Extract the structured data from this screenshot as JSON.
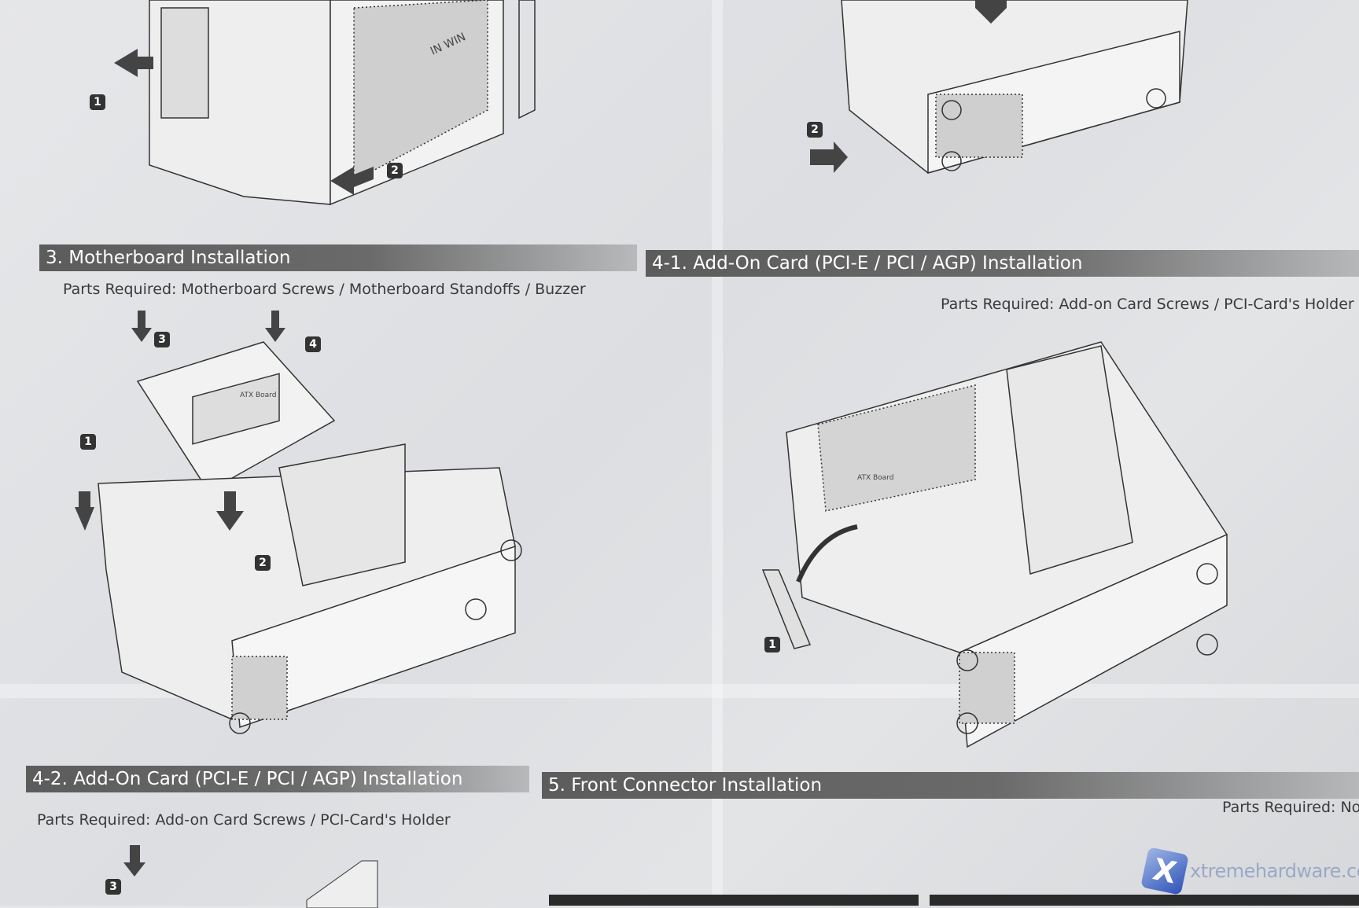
{
  "sections": [
    {
      "title": "3. Motherboard Installation",
      "parts": "Parts Required: Motherboard Screws / Motherboard Standoffs /  Buzzer"
    },
    {
      "title": "4-1. Add-On Card (PCI-E / PCI / AGP) Installation",
      "parts": "Parts Required: Add-on Card Screws / PCI-Card's Holder"
    },
    {
      "title": "4-2. Add-On Card (PCI-E / PCI / AGP) Installation",
      "parts": "Parts Required: Add-on Card Screws / PCI-Card's Holder"
    },
    {
      "title": "5. Front Connector Installation",
      "parts": "Parts Required: No"
    }
  ],
  "badges": {
    "one": "1",
    "two": "2",
    "three": "3",
    "four": "4"
  },
  "case_logo": "IN WIN",
  "board_label": "ATX Board",
  "watermark": "xtremehardware.com",
  "watermark_logo": "X"
}
